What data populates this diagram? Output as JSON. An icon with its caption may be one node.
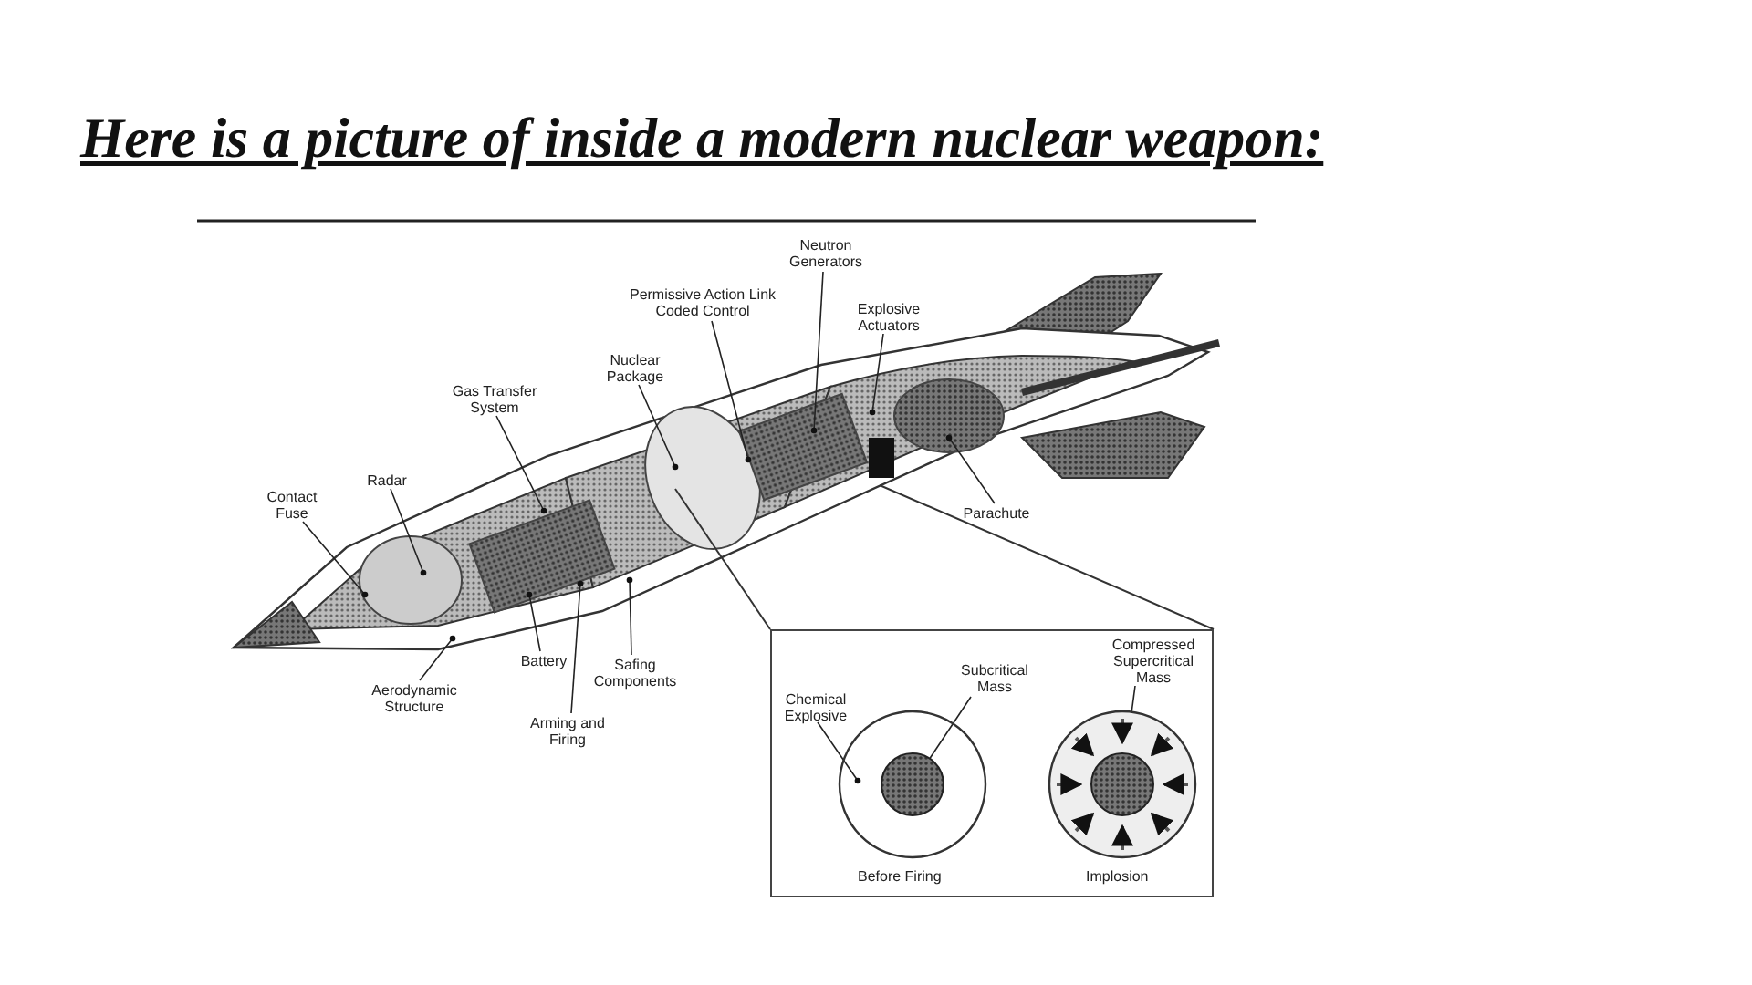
{
  "diagram": {
    "title": "Here is a picture of inside a modern nuclear weapon:",
    "nodes": [
      {
        "text": [
          "Neutron Generators"
        ]
      },
      {
        "text": [
          "Permissive Action Link Coded Control"
        ]
      },
      {
        "text": [
          "Explosive Actuators"
        ]
      },
      {
        "text": [
          "Nuclear Package"
        ]
      },
      {
        "text": [
          "Gas Transfer System"
        ]
      },
      {
        "text": [
          "Radar"
        ]
      },
      {
        "text": [
          "Contact Fuse"
        ]
      },
      {
        "text": [
          "Parachute"
        ]
      },
      {
        "text": [
          "Battery"
        ]
      },
      {
        "text": [
          "Safing Components"
        ]
      },
      {
        "text": [
          "Aerodynamic Structure"
        ]
      },
      {
        "text": [
          "Arming and Firing"
        ]
      },
      {
        "text": [],
        "shape": "box"
      },
      {
        "text": [
          "Chemical Explosive"
        ],
        "in": 12
      },
      {
        "text": [
          "Subcritical Mass"
        ],
        "in": 12
      },
      {
        "text": [
          "Compressed Supercritical Mass"
        ],
        "in": 12
      }
    ],
    "edges": [
      {
        "from": 0,
        "to": null,
        "arrow": "other"
      },
      {
        "from": 1,
        "to": null,
        "arrow": "other"
      },
      {
        "from": 2,
        "to": null,
        "arrow": "other"
      },
      {
        "from": 3,
        "to": null,
        "arrow": "other"
      },
      {
        "from": 4,
        "to": null,
        "arrow": "other"
      },
      {
        "from": 5,
        "to": null,
        "arrow": "other"
      },
      {
        "from": 6,
        "to": null,
        "arrow": "other"
      },
      {
        "from": 7,
        "to": null,
        "arrow": "other"
      },
      {
        "from": 8,
        "to": null,
        "arrow": "other"
      },
      {
        "from": 9,
        "to": null,
        "arrow": "other"
      },
      {
        "from": 10,
        "to": null,
        "arrow": "other"
      },
      {
        "from": 11,
        "to": null,
        "arrow": "other"
      },
      {
        "from": 13,
        "to": null,
        "arrow": "other"
      },
      {
        "from": 14,
        "to": null,
        "arrow": "other"
      },
      {
        "from": 15,
        "to": null,
        "arrow": "other"
      }
    ],
    "labels": [
      "Before Firing",
      "Implosion"
    ]
  }
}
